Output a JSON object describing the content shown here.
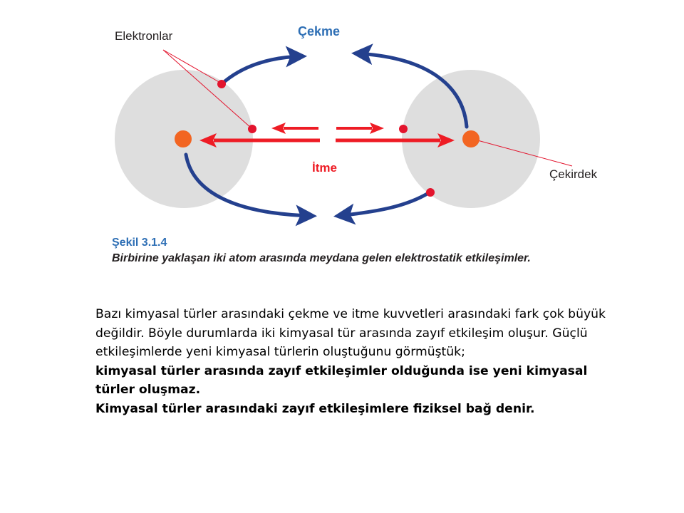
{
  "figure": {
    "labels": {
      "electrons": "Elektronlar",
      "attraction": "Çekme",
      "repulsion": "İtme",
      "nucleus": "Çekirdek"
    },
    "colors": {
      "atom_cloud": "#dedede",
      "nucleus": "#f26522",
      "electron": "#e3142d",
      "attraction_arrow": "#24408e",
      "repulsion_arrow": "#ee1c25",
      "caption_title": "#2e6fb5"
    }
  },
  "caption": {
    "title": "Şekil 3.1.4",
    "text": "Birbirine yaklaşan iki atom arasında meydana gelen elektrostatik etkileşimler."
  },
  "body": {
    "paragraph": "Bazı kimyasal türler arasındaki çekme ve itme kuvvetleri arasındaki fark çok büyük değildir. Böyle durumlarda iki kimyasal tür arasında zayıf etkileşim oluşur. Güçlü etkileşimlerde yeni kimyasal türlerin oluştuğunu görmüştük;",
    "bold_line_1": "kimyasal türler arasında zayıf etkileşimler olduğunda ise yeni kimyasal türler oluşmaz.",
    "bold_line_2": "Kimyasal türler arasındaki zayıf etkileşimlere fiziksel bağ denir."
  }
}
